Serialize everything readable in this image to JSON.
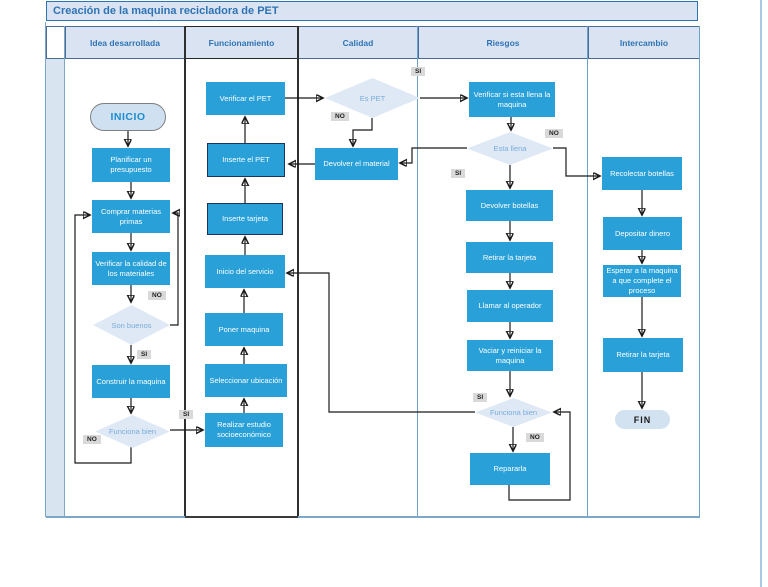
{
  "title": "Creación de la maquina recicladora de PET",
  "lanes": {
    "l1": "Idea desarrollada",
    "l2": "Funcionamiento",
    "l3": "Calidad",
    "l4": "Riesgos",
    "l5": "Intercambio"
  },
  "nodes": {
    "inicio": "INICIO",
    "planificar": "Planificar un presupuesto",
    "comprar": "Comprar materias primas",
    "verificar_calidad": "Verificar la calidad de los materiales",
    "son_buenos": "Son buenos",
    "construir": "Construir la maquina",
    "funciona_bien1": "Funciona bien",
    "verificar_pet": "Verificar el PET",
    "inserte_pet": "Inserte el PET",
    "inserte_tarjeta": "Inserte tarjeta",
    "inicio_servicio": "Inicio del servicio",
    "poner_maquina": "Poner maquina",
    "seleccionar_ubicacion": "Seleccionar ubicación",
    "realizar_estudio": "Realizar estudio socioeconómico",
    "es_pet": "Es PET",
    "devolver_material": "Devolver el material",
    "verificar_llena": "Verificar si esta llena la maquina",
    "esta_llena": "Esta llena",
    "devolver_botellas": "Devolver botellas",
    "retirar_tarjeta_riesgos": "Retirar la tarjeta",
    "llamar_operador": "Llamar al operador",
    "vaciar_reiniciar": "Vaciar y reiniciar la maquina",
    "funciona_bien4": "Funciona bien",
    "repararla": "Repararla",
    "recolectar_botellas": "Recolectar botellas",
    "depositar_dinero": "Depositar dinero",
    "esperar_maquina": "Esperar a la maquina a que complete el proceso",
    "retirar_tarjeta_intercambio": "Retirar la tarjeta",
    "fin": "FIN"
  },
  "tags": {
    "si": "SI",
    "no": "NO"
  },
  "colors": {
    "process_fill": "#29a0d8",
    "process_text": "#ffffff",
    "diamond_fill": "#dfe9f5",
    "diamond_text": "#79acda",
    "header_fill": "#dae3f1",
    "header_text": "#2e74b5",
    "tag_bg": "#d9d9d9",
    "lane_border": "#7da7c9",
    "dark_lane_border": "#2f2f2f"
  }
}
